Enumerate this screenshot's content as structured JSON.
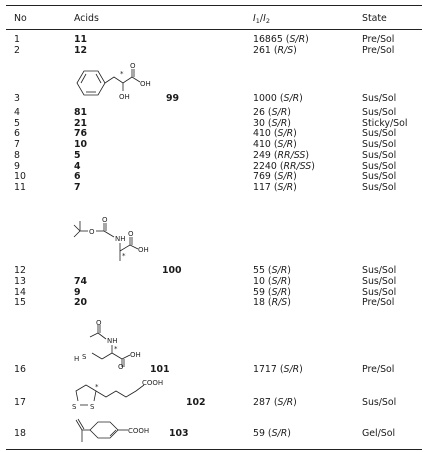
{
  "table": {
    "headers": {
      "no": "No",
      "acids": "Acids",
      "ratio_i1": "I",
      "ratio_sep": "/",
      "ratio_i2": "I",
      "ratio_sub1": "1",
      "ratio_sub2": "2",
      "state": "State"
    },
    "rows": [
      {
        "no": "1",
        "acid": "11",
        "ratio": "16865",
        "config": "S/R",
        "state": "Pre/Sol"
      },
      {
        "no": "2",
        "acid": "12",
        "ratio": "261",
        "config": "R/S",
        "state": "Pre/Sol"
      },
      {
        "no": "3",
        "acid": "99",
        "ratio": "1000",
        "config": "S/R",
        "state": "Sus/Sol"
      },
      {
        "no": "4",
        "acid": "81",
        "ratio": "26",
        "config": "S/R",
        "state": "Sus/Sol"
      },
      {
        "no": "5",
        "acid": "21",
        "ratio": "30",
        "config": "S/R",
        "state": "Sticky/Sol"
      },
      {
        "no": "6",
        "acid": "76",
        "ratio": "410",
        "config": "S/R",
        "state": "Sus/Sol"
      },
      {
        "no": "7",
        "acid": "10",
        "ratio": "410",
        "config": "S/R",
        "state": "Sus/Sol"
      },
      {
        "no": "8",
        "acid": "5",
        "ratio": "249",
        "config": "RR/SS",
        "state": "Sus/Sol"
      },
      {
        "no": "9",
        "acid": "4",
        "ratio": "2240",
        "config": "RR/SS",
        "state": "Sus/Sol"
      },
      {
        "no": "10",
        "acid": "6",
        "ratio": "769",
        "config": "S/R",
        "state": "Sus/Sol"
      },
      {
        "no": "11",
        "acid": "7",
        "ratio": "117",
        "config": "S/R",
        "state": "Sus/Sol"
      },
      {
        "no": "12",
        "acid": "100",
        "ratio": "55",
        "config": "S/R",
        "state": "Sus/Sol"
      },
      {
        "no": "13",
        "acid": "74",
        "ratio": "10",
        "config": "S/R",
        "state": "Sus/Sol"
      },
      {
        "no": "14",
        "acid": "9",
        "ratio": "59",
        "config": "S/R",
        "state": "Sus/Sol"
      },
      {
        "no": "15",
        "acid": "20",
        "ratio": "18",
        "config": "R/S",
        "state": "Pre/Sol"
      },
      {
        "no": "16",
        "acid": "101",
        "ratio": "1717",
        "config": "S/R",
        "state": "Pre/Sol"
      },
      {
        "no": "17",
        "acid": "102",
        "ratio": "287",
        "config": "S/R",
        "state": "Sus/Sol"
      },
      {
        "no": "18",
        "acid": "103",
        "ratio": "59",
        "config": "S/R",
        "state": "Gel/Sol"
      }
    ],
    "structure_labels": {
      "oh": "OH",
      "o": "O",
      "nh": "NH",
      "hs": "H",
      "s": "S",
      "cooh": "COOH",
      "star": "*"
    }
  }
}
